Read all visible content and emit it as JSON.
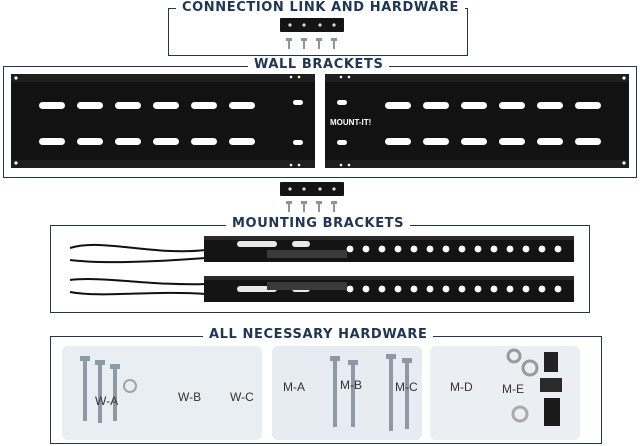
{
  "sections": {
    "connection": {
      "title": "CONNECTION LINK AND HARDWARE"
    },
    "wall": {
      "title": "WALL BRACKETS",
      "brand": "MOUNT-IT!"
    },
    "mounting": {
      "title": "MOUNTING BRACKETS"
    },
    "hardware": {
      "title": "ALL NECESSARY HARDWARE"
    }
  },
  "bags": [
    {
      "label": "W-A"
    },
    {
      "label": "W-B"
    },
    {
      "label": "W-C"
    },
    {
      "label": "M-A"
    },
    {
      "label": "M-B"
    },
    {
      "label": "M-C"
    },
    {
      "label": "M-D"
    },
    {
      "label": "M-E"
    }
  ],
  "colors": {
    "frame": "#1f3554",
    "metal": "#111111",
    "bag": "#e9eef2"
  }
}
